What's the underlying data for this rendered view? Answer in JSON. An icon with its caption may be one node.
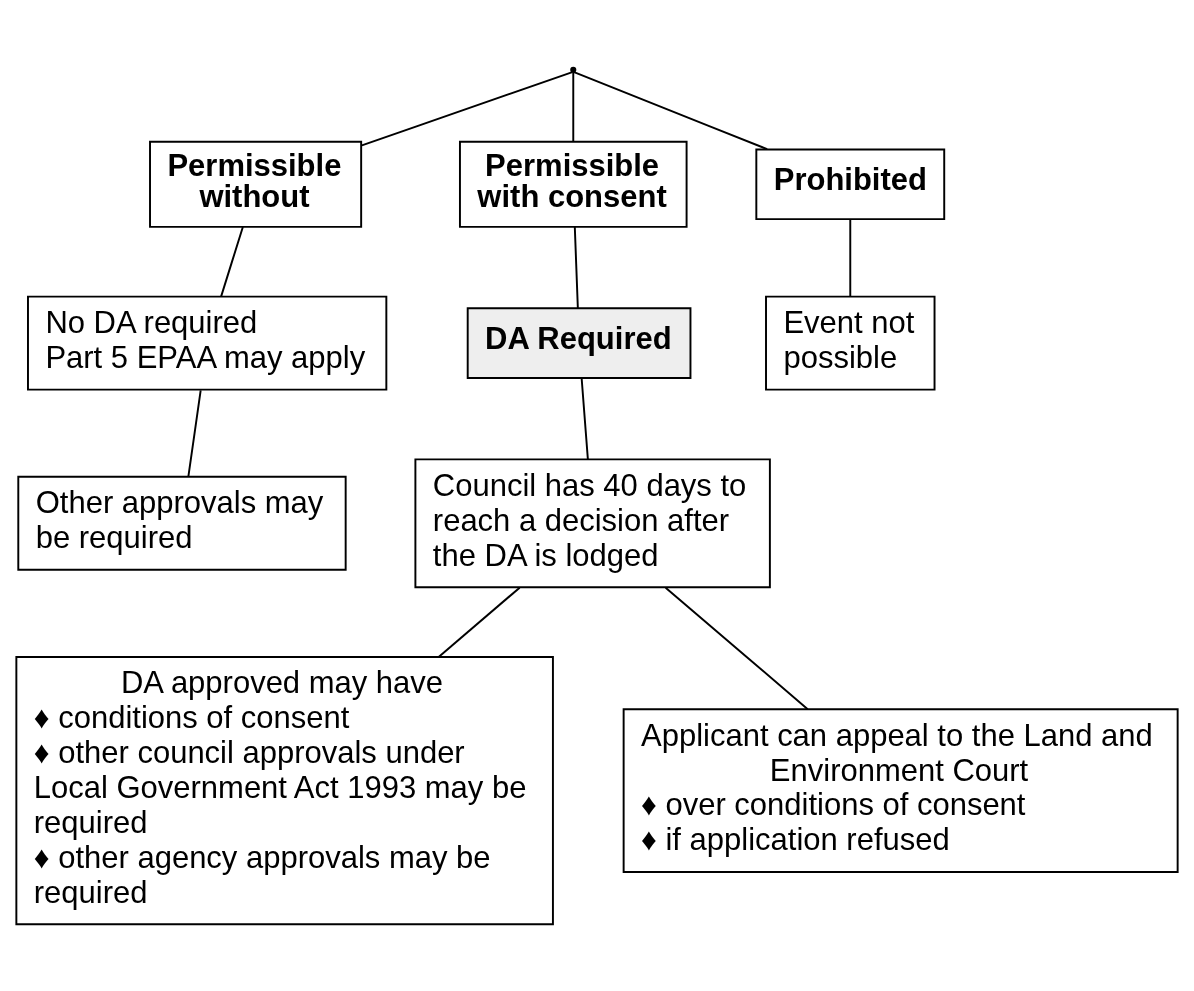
{
  "diagram": {
    "nodes": [
      {
        "text": [],
        "shape": "point"
      },
      {
        "text": [
          "Permissible without"
        ]
      },
      {
        "text": [
          "Permissible with consent"
        ]
      },
      {
        "text": [
          "Prohibited"
        ]
      },
      {
        "text": [
          "No DA required",
          "Part 5 EPAA may apply"
        ]
      },
      {
        "text": [
          "DA Required"
        ]
      },
      {
        "text": [
          "Event not possible"
        ]
      },
      {
        "text": [
          "Other approvals may be required"
        ]
      },
      {
        "text": [
          "Council has 40 days to reach a decision after the DA is lodged"
        ]
      },
      {
        "text": [
          "DA approved may have",
          "♦ conditions of consent",
          "♦ other council approvals under Local Government Act 1993 may be required",
          "♦ other agency approvals may be required"
        ]
      },
      {
        "text": [
          "Applicant can appeal to the Land and Environment Court",
          "♦ over conditions of consent",
          "♦ if application refused"
        ]
      }
    ],
    "edges": [
      {
        "from": 0,
        "to": 1,
        "arrow": "none"
      },
      {
        "from": 0,
        "to": 2,
        "arrow": "none"
      },
      {
        "from": 0,
        "to": 3,
        "arrow": "none"
      },
      {
        "from": 1,
        "to": 4,
        "arrow": "none"
      },
      {
        "from": 2,
        "to": 5,
        "arrow": "none"
      },
      {
        "from": 3,
        "to": 6,
        "arrow": "none"
      },
      {
        "from": 4,
        "to": 7,
        "arrow": "none"
      },
      {
        "from": 5,
        "to": 8,
        "arrow": "none"
      },
      {
        "from": 8,
        "to": 9,
        "arrow": "none"
      },
      {
        "from": 8,
        "to": 10,
        "arrow": "none"
      }
    ]
  }
}
